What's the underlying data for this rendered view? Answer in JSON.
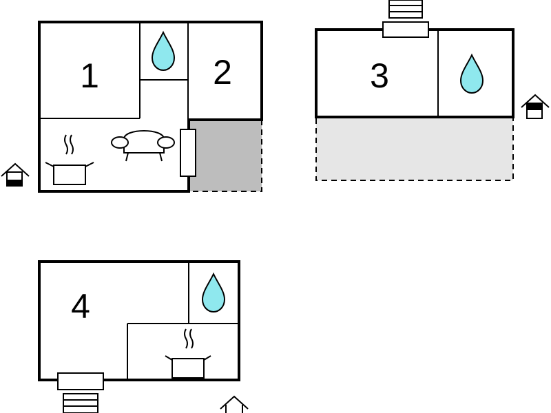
{
  "plans": [
    {
      "rooms": [
        {
          "number": "1"
        },
        {
          "number": "2"
        }
      ]
    },
    {
      "rooms": [
        {
          "number": "3"
        }
      ]
    },
    {
      "rooms": [
        {
          "number": "4"
        }
      ]
    }
  ],
  "colors": {
    "bathroom_drop": "#8fe8ee",
    "terrace_covered": "#bdbdbd",
    "terrace_open": "#e6e6e6",
    "walls": "#000000"
  },
  "icons": [
    "water-drop-icon",
    "cooking-pot-icon",
    "sofa-icon",
    "house-entrance-icon",
    "stairs-icon"
  ]
}
